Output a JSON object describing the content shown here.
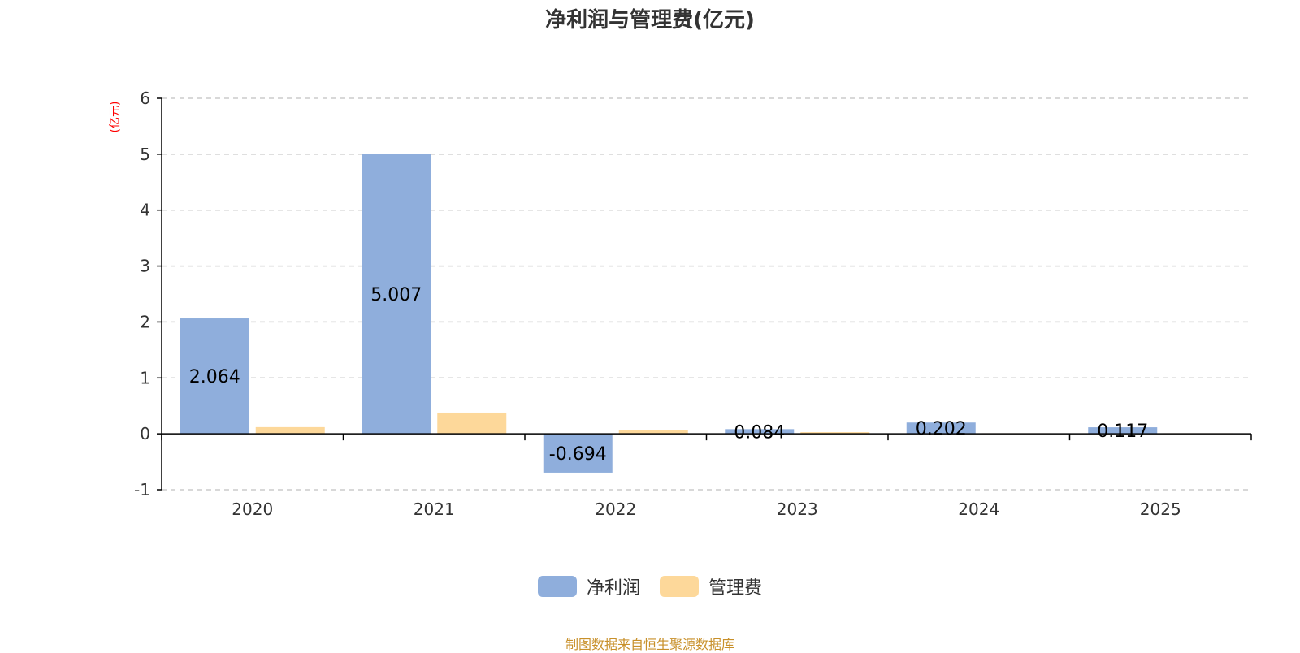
{
  "chart_data": {
    "type": "bar",
    "title": "净利润与管理费(亿元)",
    "unit_label": "(亿元)",
    "categories": [
      "2020",
      "2021",
      "2022",
      "2023",
      "2024",
      "2025"
    ],
    "ylim": [
      -1,
      6
    ],
    "yticks": [
      -1,
      0,
      1,
      2,
      3,
      4,
      5,
      6
    ],
    "grid": true,
    "legend_position": "bottom",
    "series": [
      {
        "name": "净利润",
        "color": "#8faedc",
        "values": [
          2.064,
          5.007,
          -0.694,
          0.084,
          0.202,
          0.117
        ],
        "labels": [
          "2.064",
          "5.007",
          "-0.694",
          "0.084",
          "0.202",
          "0.117"
        ]
      },
      {
        "name": "管理费",
        "color": "#fdd89a",
        "values": [
          0.12,
          0.38,
          0.07,
          0.03,
          0.01,
          0.01
        ]
      }
    ]
  },
  "source_note": "制图数据来自恒生聚源数据库",
  "colors": {
    "unit_label": "#ff0000",
    "source_note": "#c8902a",
    "axis": "#000000",
    "grid": "#cccccc"
  }
}
